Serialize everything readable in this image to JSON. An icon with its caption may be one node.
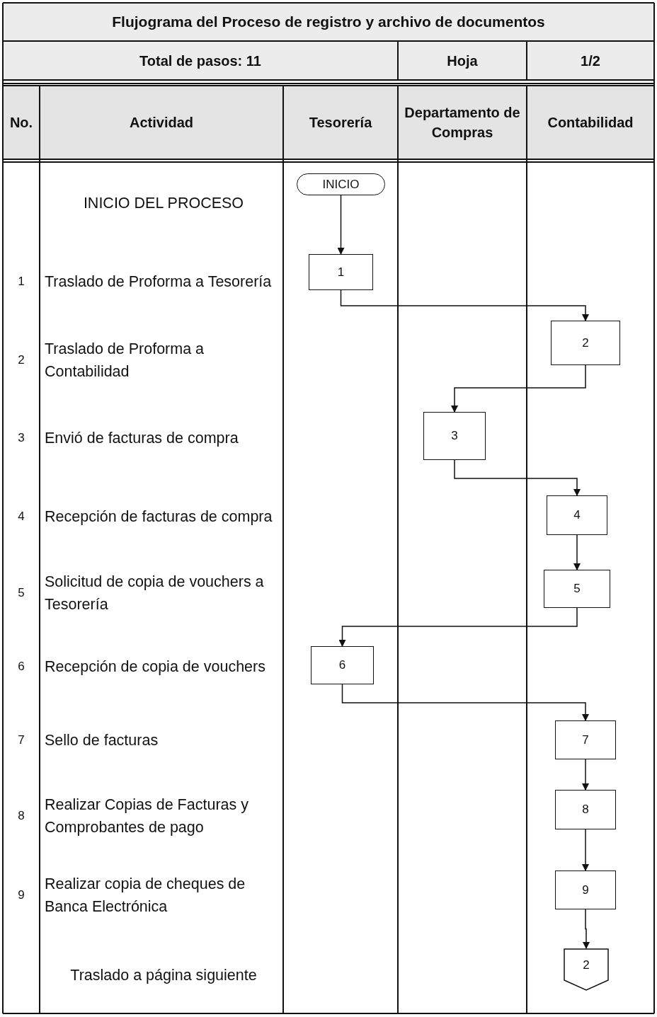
{
  "diagram": {
    "title": "Flujograma del Proceso de registro y archivo de documentos",
    "nodes": [
      {
        "text": [
          "INICIO"
        ]
      },
      {
        "text": [
          "1"
        ]
      },
      {
        "text": [
          "2"
        ]
      },
      {
        "text": [
          "3"
        ]
      },
      {
        "text": [
          "4"
        ]
      },
      {
        "text": [
          "5"
        ]
      },
      {
        "text": [
          "6"
        ]
      },
      {
        "text": [
          "7"
        ]
      },
      {
        "text": [
          "8"
        ]
      },
      {
        "text": [
          "9"
        ]
      },
      {
        "text": [
          "2"
        ]
      }
    ],
    "edges": [
      {
        "from": 0,
        "to": 1,
        "arrow": "to"
      },
      {
        "from": 1,
        "to": 2,
        "arrow": "to"
      },
      {
        "from": 2,
        "to": 3,
        "arrow": "to"
      },
      {
        "from": 3,
        "to": 4,
        "arrow": "to"
      },
      {
        "from": 4,
        "to": 5,
        "arrow": "to"
      },
      {
        "from": 5,
        "to": 6,
        "arrow": "to"
      },
      {
        "from": 6,
        "to": 7,
        "arrow": "to"
      },
      {
        "from": 7,
        "to": 8,
        "arrow": "to"
      },
      {
        "from": 8,
        "to": 9,
        "arrow": "to"
      },
      {
        "from": 9,
        "to": 10,
        "arrow": "to"
      }
    ],
    "labels": [
      "Total de pasos: 11",
      "Hoja",
      "1/2",
      "No.",
      "Actividad",
      "Tesorería",
      "Departamento de Compras",
      "Contabilidad",
      "INICIO DEL PROCESO",
      "1",
      "Traslado de Proforma a Tesorería",
      "2",
      "Traslado de Proforma a Contabilidad",
      "3",
      "Envió de facturas de compra",
      "4",
      "Recepción de facturas de compra",
      "5",
      "Solicitud de copia de vouchers a Tesorería",
      "6",
      "Recepción de copia de vouchers",
      "7",
      "Sello de facturas",
      "8",
      "Realizar Copias de Facturas y Comprobantes de pago",
      "9",
      "Realizar copia de cheques de Banca Electrónica",
      "Traslado a página siguiente"
    ]
  }
}
